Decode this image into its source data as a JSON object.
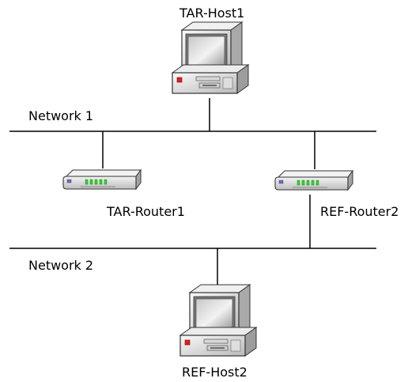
{
  "hosts": {
    "top": {
      "label": "TAR-Host1",
      "icon": "desktop-computer-icon"
    },
    "bottom": {
      "label": "REF-Host2",
      "icon": "desktop-computer-icon"
    }
  },
  "routers": {
    "left": {
      "label": "TAR-Router1",
      "icon": "router-icon"
    },
    "right": {
      "label": "REF-Router2",
      "icon": "router-icon"
    }
  },
  "networks": {
    "net1": {
      "label": "Network 1"
    },
    "net2": {
      "label": "Network 2"
    }
  },
  "colors": {
    "line": "#000000",
    "device_body": "#e3e3e3",
    "led_green": "#2fd52f",
    "power_red": "#e02020"
  }
}
